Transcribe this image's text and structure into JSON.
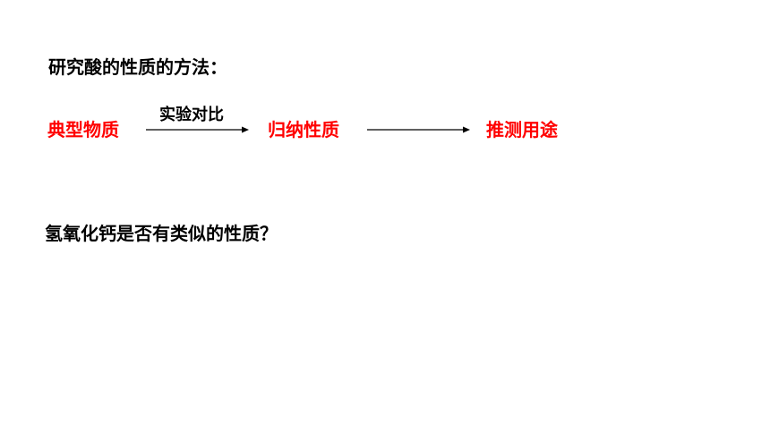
{
  "slide": {
    "heading": "研究酸的性质的方法：",
    "flow": {
      "steps": [
        "典型物质",
        "归纳性质",
        "推测用途"
      ],
      "arrow_label": "实验对比",
      "step_color": "#ff0000"
    },
    "question": "氢氧化钙是否有类似的性质？"
  }
}
